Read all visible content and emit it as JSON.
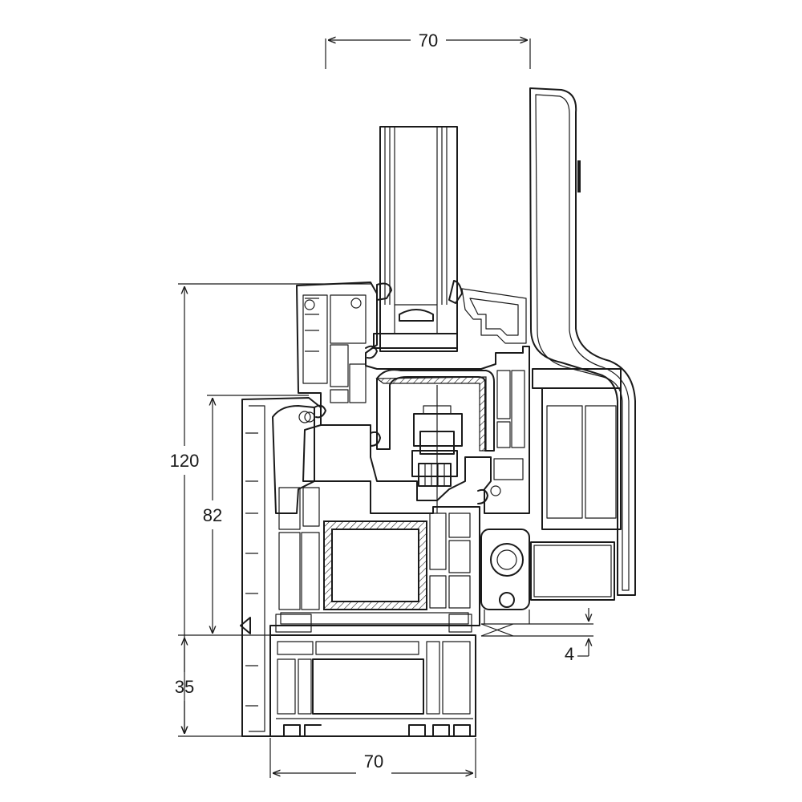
{
  "dimensions": {
    "top_width": "70",
    "total_height": "120",
    "frame_height": "82",
    "sill_height": "35",
    "bottom_width": "70",
    "offset": "4"
  },
  "colors": {
    "line": "#1a1a1a",
    "background": "#ffffff"
  }
}
